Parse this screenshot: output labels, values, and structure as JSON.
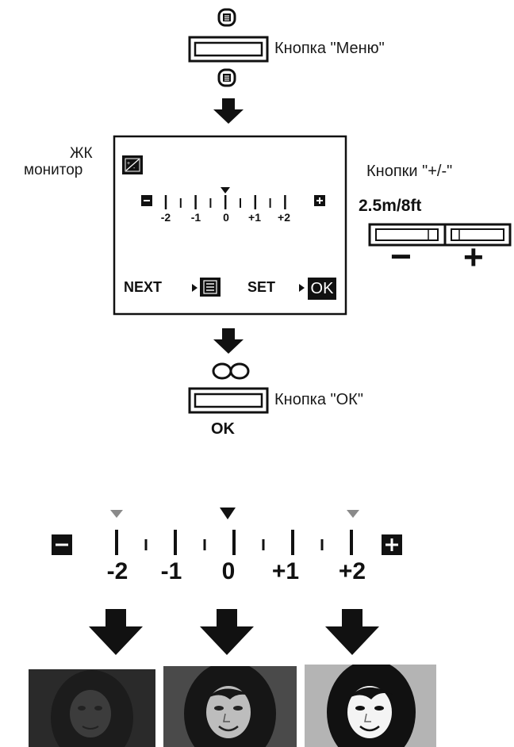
{
  "top": {
    "menu_button_label": "Кнопка \"Меню\"",
    "lcd_label_line1": "ЖК",
    "lcd_label_line2": "монитор",
    "plusminus_label": "Кнопки \"+/-\"",
    "distance": "2.5m/8ft",
    "minus_sign": "−",
    "plus_sign": "+",
    "ok_button_label": "Кнопка \"ОК\"",
    "ok_text": "OK"
  },
  "lcd": {
    "scale_ticks": [
      "-2",
      "-1",
      "0",
      "+1",
      "+2"
    ],
    "next_label": "NEXT",
    "set_label": "SET",
    "ok_key": "OK"
  },
  "bottom_scale": {
    "ticks": [
      "-2",
      "-1",
      "0",
      "+1",
      "+2"
    ]
  },
  "colors": {
    "ink": "#111111",
    "gray_marker": "#8a8a8a"
  }
}
